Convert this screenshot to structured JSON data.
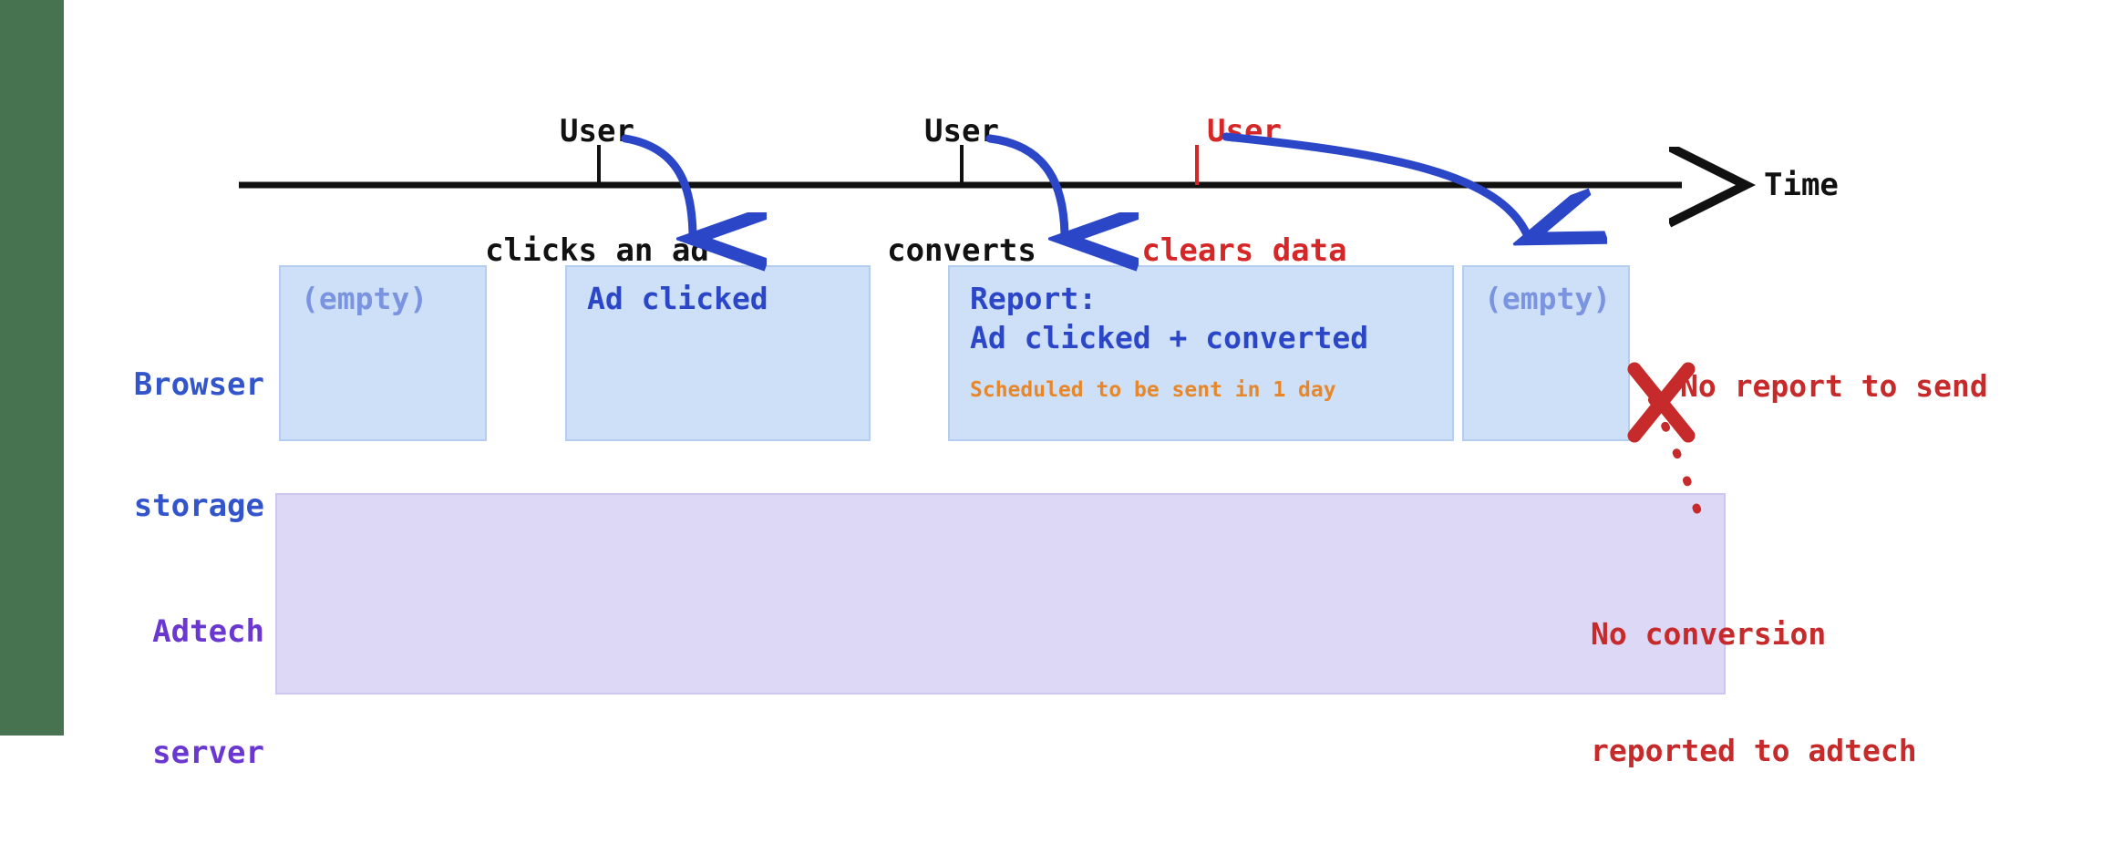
{
  "theme": {
    "accent_blue": "#2b47c8",
    "muted_blue": "#7b94e0",
    "box_fill_blue": "#cde0f7",
    "box_fill_purple": "#ddd8f6",
    "orange": "#e8872a",
    "red": "#c62a2a",
    "purple": "#6a38d0",
    "strip_green": "#477350",
    "axis_black": "#111111"
  },
  "timeline": {
    "axis_label": "Time",
    "events": [
      {
        "id": "click",
        "line1": "User",
        "line2": "clicks an ad",
        "color": "black"
      },
      {
        "id": "convert",
        "line1": "User",
        "line2": "converts",
        "color": "black"
      },
      {
        "id": "clear",
        "line1": "User",
        "line2": "clears data",
        "color": "red"
      }
    ]
  },
  "rows": [
    {
      "id": "browser-storage",
      "line1": "Browser",
      "line2": "storage"
    },
    {
      "id": "adtech-server",
      "line1": "Adtech",
      "line2": "server"
    }
  ],
  "storage_states": [
    {
      "id": "state-empty-initial",
      "text": "(empty)",
      "muted": true,
      "sub": ""
    },
    {
      "id": "state-ad-clicked",
      "text": "Ad clicked",
      "muted": false,
      "sub": ""
    },
    {
      "id": "state-report",
      "text": "Report:\nAd clicked + converted",
      "muted": false,
      "sub": "Scheduled to be sent in 1 day"
    },
    {
      "id": "state-empty-cleared",
      "text": "(empty)",
      "muted": true,
      "sub": ""
    }
  ],
  "annotations": {
    "no_report": "No report to send",
    "no_conversion_line1": "No conversion",
    "no_conversion_line2": "reported to adtech"
  }
}
